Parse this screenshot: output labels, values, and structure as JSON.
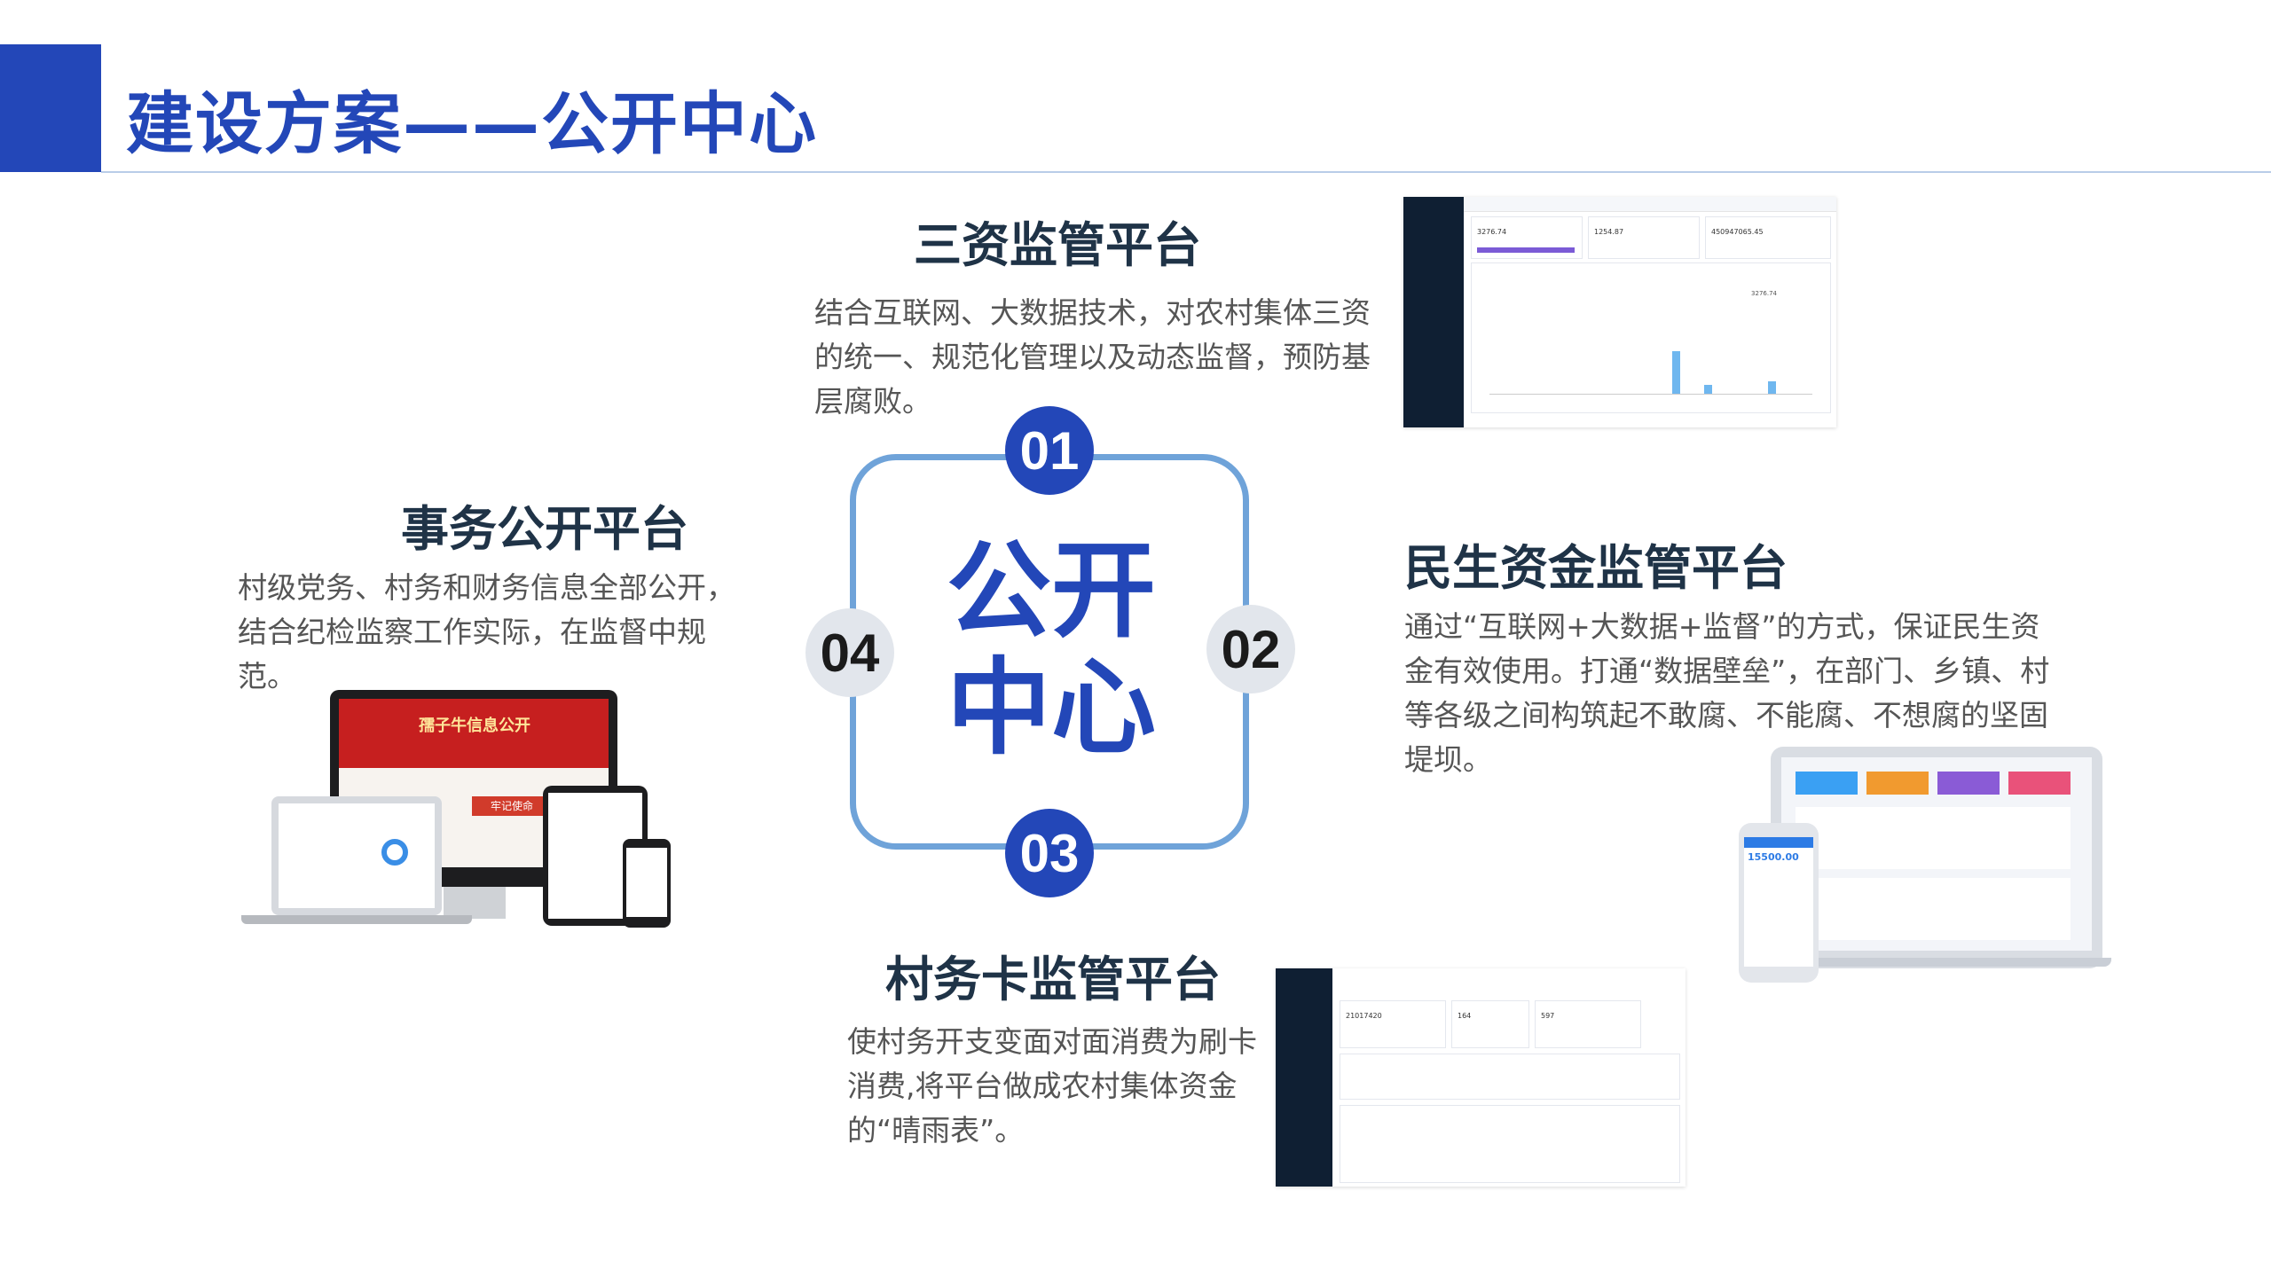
{
  "header": {
    "title": "建设方案——公开中心"
  },
  "center": {
    "line1": "公开",
    "line2": "中心"
  },
  "badges": {
    "b01": "01",
    "b02": "02",
    "b03": "03",
    "b04": "04"
  },
  "sections": {
    "s1": {
      "title": "三资监管平台",
      "desc": "结合互联网、大数据技术，对农村集体三资的统一、规范化管理以及动态监督，预防基层腐败。"
    },
    "s2": {
      "title": "民生资金监管平台",
      "desc": "通过“互联网+大数据+监督”的方式，保证民生资金有效使用。打通“数据壁垒”，在部门、乡镇、村等各级之间构筑起不敢腐、不能腐、不想腐的坚固堤坝。"
    },
    "s3": {
      "title": "村务卡监管平台",
      "desc": "使村务开支变面对面消费为刷卡消费,将平台做成农村集体资金的“晴雨表”。"
    },
    "s4": {
      "title": "事务公开平台",
      "desc": "村级党务、村务和财务信息全部公开，结合纪检监察工作实际，在监督中规范。"
    }
  },
  "screens": {
    "sanzi": {
      "val1": "3276.74",
      "val2": "1254.87",
      "val3": "450947065.45",
      "val4": "3276.74"
    },
    "cunwuka": {
      "val1": "21017420",
      "val2": "164",
      "val3": "597"
    },
    "minsheng": {
      "amount": "15500.00"
    },
    "shiwu": {
      "banner": "孺子牛信息公开",
      "sub": "牢记使命"
    }
  },
  "colors": {
    "brand": "#2347b8",
    "frame": "#6fa3d9",
    "title_dark": "#1f3347",
    "badge_gray": "#e2e6ec"
  }
}
